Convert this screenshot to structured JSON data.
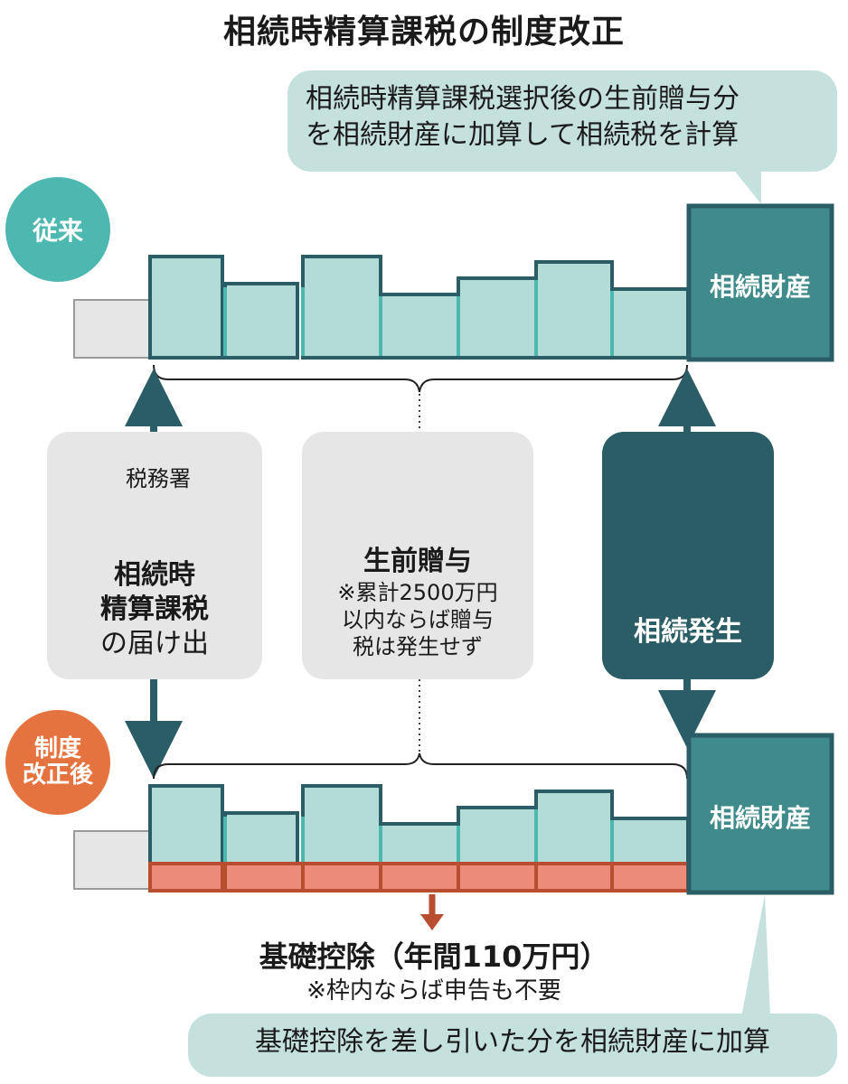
{
  "title": "相続時精算課税の制度改正",
  "callout_top": [
    "相続時精算課税選択後の生前贈与分",
    "を相続財産に加算して相続税を計算"
  ],
  "badge_old": "従来",
  "badge_new": [
    "制度",
    "改正後"
  ],
  "estate_label": "相続財産",
  "tax_office": {
    "sign": "税務署",
    "label": [
      "相続時",
      "精算課税",
      "の届け出"
    ]
  },
  "gift": {
    "heading": "生前贈与",
    "note": [
      "※累計2500万円",
      "以内ならば贈与",
      "税は発生せず"
    ]
  },
  "inheritance": {
    "label": "相続発生"
  },
  "deduction": {
    "heading": "基礎控除（年間110万円）",
    "note": "※枠内ならば申告も不要"
  },
  "callout_bottom": "基礎控除を差し引いた分を相続財産に加算",
  "colors": {
    "teal_light": "#b3dcd9",
    "teal_mid": "#4db8b0",
    "teal_dark": "#2b5d66",
    "orange": "#e5733f",
    "salmon": "#ec8b7a",
    "gray_panel": "#e6e6e6"
  }
}
